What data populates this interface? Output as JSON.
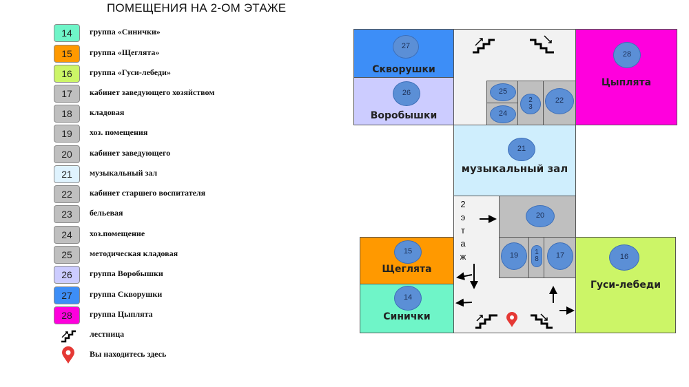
{
  "title": "ПОМЕЩЕНИЯ НА 2-ОМ ЭТАЖЕ",
  "colors": {
    "turquoise": "#6ff5c8",
    "orange": "#ff9900",
    "lime": "#ccf567",
    "gray": "#bfbfbf",
    "lightblue": "#cfeefd",
    "lavender": "#ccccff",
    "blue": "#3d8ef7",
    "magenta": "#ff00dd",
    "corridor": "#f2f2f2",
    "marker": "#e53935"
  },
  "legend": {
    "items": [
      {
        "num": "14",
        "text": "группа «Синички»",
        "color": "#6ff5c8"
      },
      {
        "num": "15",
        "text": "группа «Щеглята»",
        "color": "#ff9900"
      },
      {
        "num": "16",
        "text": "группа «Гуси-лебеди»",
        "color": "#ccf567"
      },
      {
        "num": "17",
        "text": "кабинет заведующего хозяйством",
        "color": "#bfbfbf"
      },
      {
        "num": "18",
        "text": "кладовая",
        "color": "#bfbfbf"
      },
      {
        "num": "19",
        "text": "хоз. помещения",
        "color": "#bfbfbf"
      },
      {
        "num": "20",
        "text": "кабинет заведующего",
        "color": "#bfbfbf"
      },
      {
        "num": "21",
        "text": "музыкальный зал",
        "color": "#dff3fe"
      },
      {
        "num": "22",
        "text": "кабинет старшего воспитателя",
        "color": "#bfbfbf"
      },
      {
        "num": "23",
        "text": "бельевая",
        "color": "#bfbfbf"
      },
      {
        "num": "24",
        "text": "хоз.помещение",
        "color": "#bfbfbf"
      },
      {
        "num": "25",
        "text": "методическая кладовая",
        "color": "#bfbfbf"
      },
      {
        "num": "26",
        "text": "группа Воробышки",
        "color": "#ccccff"
      },
      {
        "num": "27",
        "text": "группа Скворушки",
        "color": "#3d8ef7"
      },
      {
        "num": "28",
        "text": "группа Цыплята",
        "color": "#ff00dd"
      }
    ],
    "stairs_text": "лестница",
    "here_text": "Вы находитесь здесь"
  },
  "map": {
    "rooms": {
      "skvorushki": {
        "name": "Скворушки",
        "num": "27"
      },
      "vorobyshki": {
        "name": "Воробышки",
        "num": "26"
      },
      "tsyplyata": {
        "name": "Цыплята",
        "num": "28"
      },
      "music": {
        "name": "музыкальный зал",
        "num": "21"
      },
      "shcheglyata": {
        "name": "Щеглята",
        "num": "15"
      },
      "sinichki": {
        "name": "Синички",
        "num": "14"
      },
      "gusi": {
        "name": "Гуси-лебеди",
        "num": "16"
      },
      "r25": {
        "num": "25"
      },
      "r24": {
        "num": "24"
      },
      "r23": {
        "num": "2\n3"
      },
      "r22": {
        "num": "22"
      },
      "r20": {
        "num": "20"
      },
      "r19": {
        "num": "19"
      },
      "r18": {
        "num": "1\n8"
      },
      "r17": {
        "num": "17"
      }
    },
    "floor_label": "2\nэ\nт\nа\nж"
  }
}
